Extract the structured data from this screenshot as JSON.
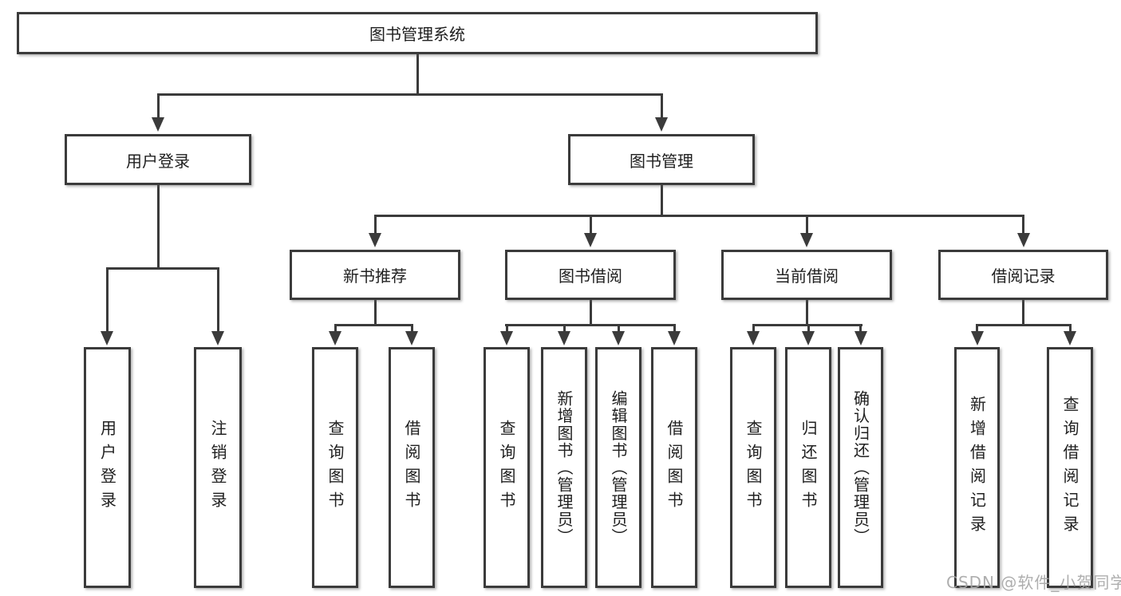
{
  "diagram": {
    "type": "tree",
    "root": {
      "label": "图书管理系统"
    },
    "level2": [
      {
        "label": "用户登录"
      },
      {
        "label": "图书管理"
      }
    ],
    "level3": [
      {
        "label": "新书推荐"
      },
      {
        "label": "图书借阅"
      },
      {
        "label": "当前借阅"
      },
      {
        "label": "借阅记录"
      }
    ],
    "leaves": {
      "user": [
        "用户登录",
        "注销登录"
      ],
      "recommend": [
        "查询图书",
        "借阅图书"
      ],
      "borrow": [
        "查询图书",
        "新增图书（管理员）",
        "编辑图书（管理员）",
        "借阅图书"
      ],
      "current": [
        "查询图书",
        "归还图书",
        "确认归还（管理员）"
      ],
      "record": [
        "新增借阅记录",
        "查询借阅记录"
      ]
    }
  },
  "watermark": "CSDN @软件_小贺同学",
  "colors": {
    "line": "#3b3b3b",
    "text": "#202020",
    "background": "#ffffff",
    "watermark": "#b4b4b4"
  }
}
